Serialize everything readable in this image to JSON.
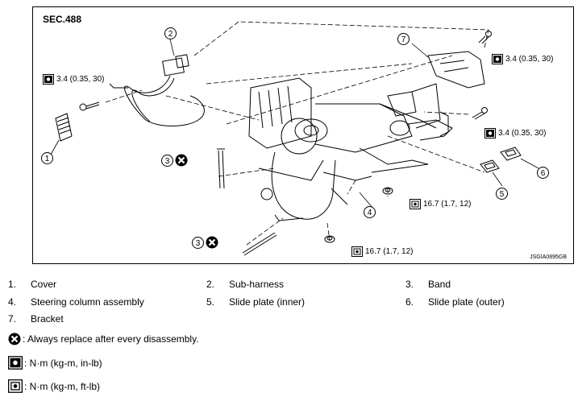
{
  "section_label": "SEC.488",
  "figure_id": "JSGIA0895GB",
  "callouts": {
    "c1": "1",
    "c2": "2",
    "c3a": "3",
    "c3b": "3",
    "c4": "4",
    "c5": "5",
    "c6": "6",
    "c7": "7"
  },
  "torques": {
    "t_left": "3.4 (0.35, 30)",
    "t_top_right": "3.4 (0.35, 30)",
    "t_mid_right": "3.4 (0.35, 30)",
    "t_mid": "16.7 (1.7, 12)",
    "t_bottom": "16.7 (1.7, 12)"
  },
  "legend": {
    "items": [
      {
        "num": "1.",
        "label": "Cover"
      },
      {
        "num": "2.",
        "label": "Sub-harness"
      },
      {
        "num": "3.",
        "label": "Band"
      },
      {
        "num": "4.",
        "label": "Steering column assembly"
      },
      {
        "num": "5.",
        "label": "Slide plate (inner)"
      },
      {
        "num": "6.",
        "label": "Slide plate (outer)"
      },
      {
        "num": "7.",
        "label": "Bracket"
      }
    ]
  },
  "symbols_key": {
    "replace": ": Always replace after every disassembly.",
    "torque_in_lb": ": N·m (kg-m, in-lb)",
    "torque_ft_lb": ": N·m (kg-m, ft-lb)"
  }
}
